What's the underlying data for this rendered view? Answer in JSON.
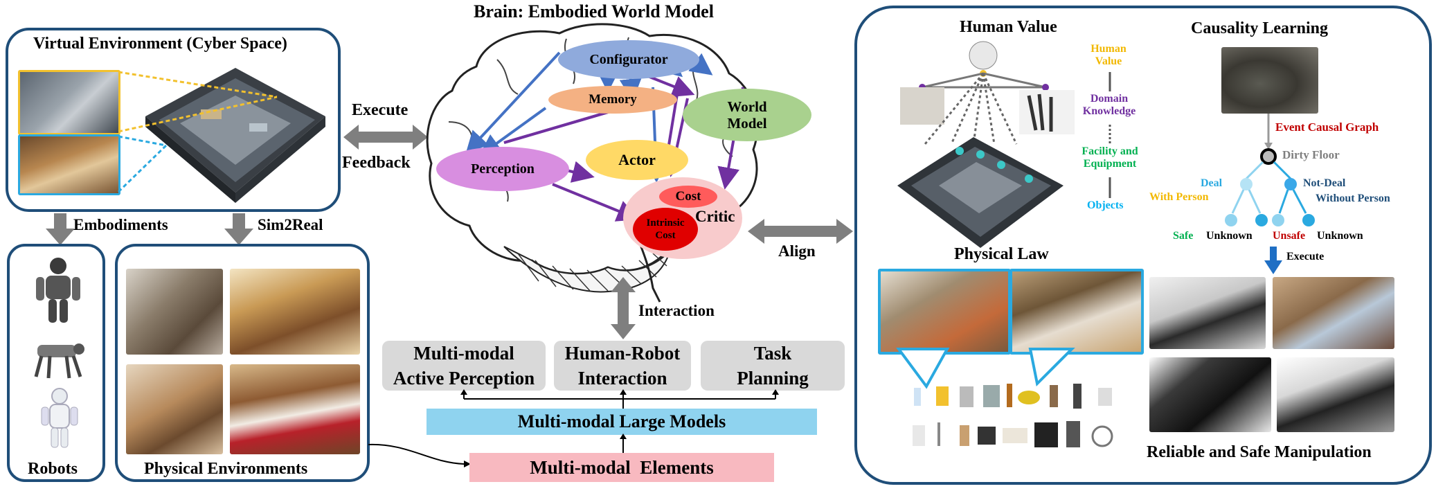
{
  "virtual_env": {
    "title": "Virtual Environment (Cyber Space)"
  },
  "embodiments_label": "Embodiments",
  "sim2real_label": "Sim2Real",
  "robots": {
    "title": "Robots"
  },
  "physical_env": {
    "title": "Physical Environments"
  },
  "execute_label": "Execute",
  "feedback_label": "Feedback",
  "brain": {
    "title": "Brain: Embodied World Model",
    "configurator": "Configurator",
    "memory": "Memory",
    "world_model": "World\nModel",
    "perception": "Perception",
    "actor": "Actor",
    "cost": "Cost",
    "intrinsic_cost": "Intrinsic\nCost",
    "critic": "Critic"
  },
  "align_label": "Align",
  "interaction_label": "Interaction",
  "modules": {
    "active_perception": "Multi-modal\nActive Perception",
    "hri": "Human-Robot\nInteraction",
    "task_planning": "Task\nPlanning",
    "large_models": "Multi-modal Large Models",
    "elements": "Multi-modal  Elements"
  },
  "human_value": {
    "title": "Human Value",
    "levels": [
      "Human\nValue",
      "Domain\nKnowledge",
      "Facility and\nEquipment",
      "Objects"
    ]
  },
  "causality": {
    "title": "Causality Learning",
    "event_graph": "Event Causal Graph",
    "dirty_floor": "Dirty Floor",
    "deal": "Deal",
    "with_person": "With Person",
    "not_deal": "Not-Deal",
    "without_person": "Without Person",
    "safe": "Safe",
    "unknown1": "Unknown",
    "unsafe": "Unsafe",
    "unknown2": "Unknown",
    "execute": "Execute"
  },
  "physical_law": {
    "title": "Physical Law"
  },
  "manipulation": {
    "title": "Reliable and Safe Manipulation"
  },
  "colors": {
    "panel_border": "#1f4e79",
    "configurator": "#8faadc",
    "memory": "#f4b183",
    "world_model": "#a9d18e",
    "perception": "#d88ee0",
    "actor": "#ffd966",
    "critic": "#f8cbcc",
    "cost": "#ff5b5b",
    "intrinsic": "#e00000",
    "large_models": "#8fd3ef",
    "elements": "#f8b9c0"
  }
}
